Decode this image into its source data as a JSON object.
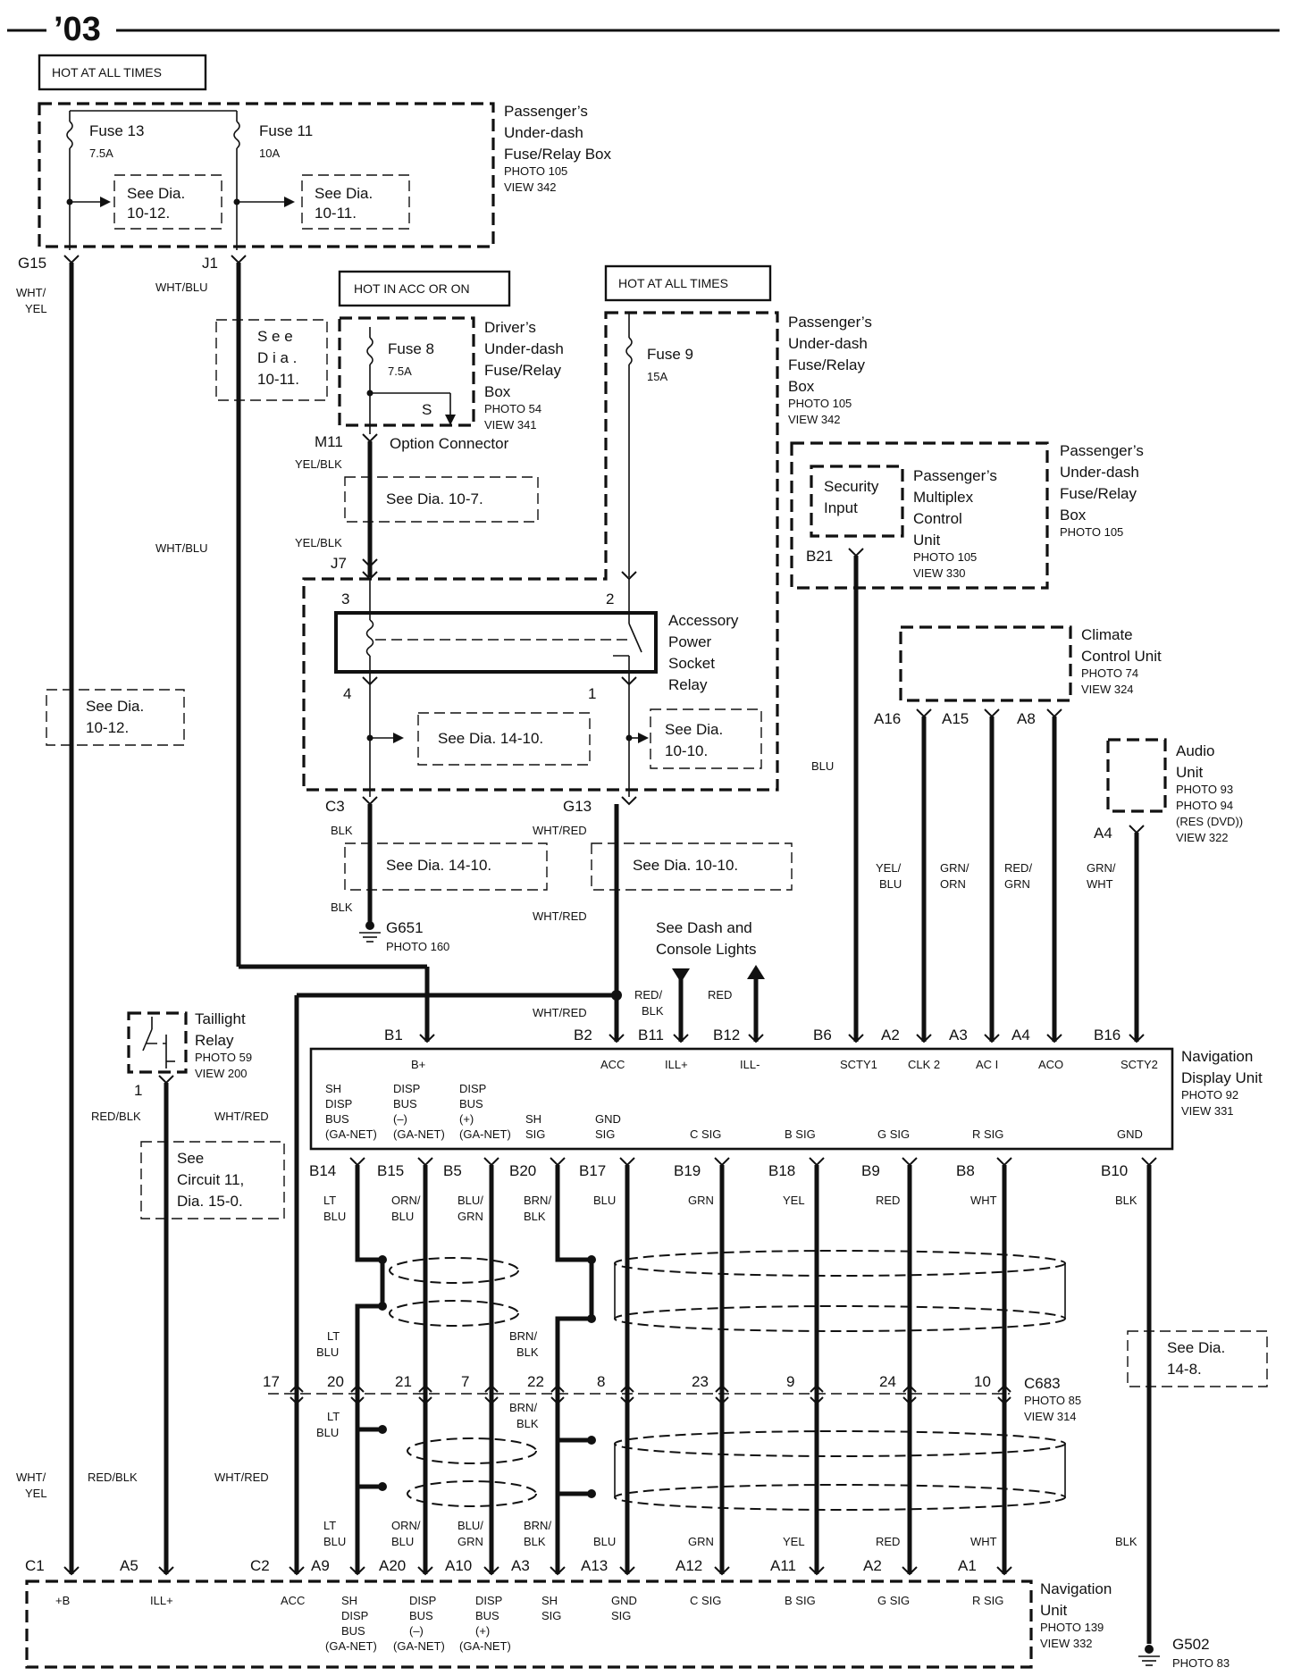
{
  "header": {
    "year": "’03"
  },
  "power_sources": {
    "hot_all_times_1": "HOT AT ALL TIMES",
    "hot_acc_on": "HOT IN ACC OR ON",
    "hot_all_times_2": "HOT AT ALL TIMES"
  },
  "fuse_box_pass_1": {
    "name_lines": [
      "Passenger’s",
      "Under-dash",
      "Fuse/Relay Box"
    ],
    "photo": "PHOTO 105",
    "view": "VIEW 342",
    "fuse13": {
      "label": "Fuse 13",
      "rating": "7.5A"
    },
    "fuse11": {
      "label": "Fuse 11",
      "rating": "10A"
    },
    "see_a": [
      "See Dia.",
      "10-12."
    ],
    "see_b": [
      "See Dia.",
      "10-11."
    ]
  },
  "fuse_box_driver": {
    "name_lines": [
      "Driver’s",
      "Under-dash",
      "Fuse/Relay",
      "Box"
    ],
    "photo": "PHOTO 54",
    "view": "VIEW 341",
    "fuse8": {
      "label": "Fuse 8",
      "rating": "7.5A"
    },
    "s_label": "S",
    "option_connector": "Option Connector",
    "see_left": [
      "S e e",
      "D i a .",
      "10-11."
    ]
  },
  "fuse_box_pass_2": {
    "name_lines": [
      "Passenger’s",
      "Under-dash",
      "Fuse/Relay",
      "Box"
    ],
    "photo": "PHOTO 105",
    "view": "VIEW 342",
    "fuse9": {
      "label": "Fuse 9",
      "rating": "15A"
    }
  },
  "pmcu": {
    "security_input": [
      "Security",
      "Input"
    ],
    "name_lines": [
      "Passenger’s",
      "Multiplex",
      "Control",
      "Unit"
    ],
    "photo": "PHOTO 105",
    "view": "VIEW 330",
    "box_lines": [
      "Passenger’s",
      "Under-dash",
      "Fuse/Relay",
      "Box"
    ],
    "box_photo": "PHOTO 105",
    "connector": "B21"
  },
  "climate": {
    "name_lines": [
      "Climate",
      "Control Unit"
    ],
    "photo": "PHOTO 74",
    "view": "VIEW 324",
    "pins": [
      "A16",
      "A15",
      "A8"
    ]
  },
  "audio": {
    "name_lines": [
      "Audio",
      "Unit"
    ],
    "photos": [
      "PHOTO 93",
      "PHOTO 94",
      "(RES (DVD))",
      "VIEW 322"
    ],
    "pin": "A4"
  },
  "relay": {
    "name_lines": [
      "Accessory",
      "Power",
      "Socket",
      "Relay"
    ],
    "pins": [
      "3",
      "2",
      "4",
      "1"
    ],
    "see_left": "See Dia.  14-10.",
    "see_right": [
      "See Dia.",
      "10-10."
    ]
  },
  "connectors": {
    "g15": "G15",
    "j1": "J1",
    "m11": "M11",
    "j7": "J7",
    "c3": "C3",
    "g13": "G13"
  },
  "wire_colors": {
    "wht_yel": [
      "WHT/",
      "YEL"
    ],
    "wht_blu": "WHT/BLU",
    "yel_blk": "YEL/BLK",
    "blk": "BLK",
    "wht_red": "WHT/RED",
    "blu": "BLU",
    "red_blk": [
      "RED/",
      "BLK"
    ],
    "red": "RED",
    "red_blk_single": "RED/BLK"
  },
  "see_notes": {
    "dia_10_7": "See Dia.  10-7.",
    "dia_10_12_left": [
      "See Dia.",
      "10-12."
    ],
    "dia_14_10_low": "See Dia.  14-10.",
    "dia_10_10_low": "See Dia.  10-10.",
    "dash_console": [
      "See Dash and",
      "Console Lights"
    ],
    "circuit_11": [
      "See",
      "Circuit 11,",
      "Dia. 15-0."
    ],
    "dia_14_8": [
      "See Dia.",
      "14-8."
    ]
  },
  "grounds": {
    "g651": {
      "label": "G651",
      "photo": "PHOTO 160"
    },
    "g502": {
      "label": "G502",
      "photo": "PHOTO 83"
    }
  },
  "taillight_relay": {
    "name_lines": [
      "Taillight",
      "Relay"
    ],
    "photo": "PHOTO 59",
    "view": "VIEW 200",
    "pin": "1"
  },
  "mid_wire_colors": {
    "yel_blu": [
      "YEL/",
      "BLU"
    ],
    "grn_orn": [
      "GRN/",
      "ORN"
    ],
    "red_grn": [
      "RED/",
      "GRN"
    ],
    "grn_wht": [
      "GRN/",
      "WHT"
    ]
  },
  "nav_display": {
    "name_lines": [
      "Navigation",
      "Display Unit"
    ],
    "photo": "PHOTO 92",
    "view": "VIEW 331",
    "top_pins": [
      "B1",
      "B2",
      "B11",
      "B12",
      "B6",
      "A2",
      "A3",
      "A4",
      "B16"
    ],
    "top_labels": [
      "B+",
      "ACC",
      "ILL+",
      "ILL-",
      "SCTY1",
      "CLK 2",
      "AC I",
      "ACO",
      "SCTY2"
    ],
    "bottom_labels": [
      [
        "SH",
        "DISP",
        "BUS",
        "(GA-NET)"
      ],
      [
        "DISP",
        "BUS",
        "(–)",
        "(GA-NET)"
      ],
      [
        "DISP",
        "BUS",
        "(+)",
        "(GA-NET)"
      ],
      [
        "SH",
        "SIG"
      ],
      [
        "GND",
        "SIG"
      ],
      [
        "C SIG"
      ],
      [
        "B SIG"
      ],
      [
        "G SIG"
      ],
      [
        "R SIG"
      ],
      [
        "GND"
      ]
    ],
    "bottom_pins": [
      "B14",
      "B15",
      "B5",
      "B20",
      "B17",
      "B19",
      "B18",
      "B9",
      "B8",
      "B10"
    ]
  },
  "harness_colors_top": [
    [
      "LT",
      "BLU"
    ],
    [
      "ORN/",
      "BLU"
    ],
    [
      "BLU/",
      "GRN"
    ],
    [
      "BRN/",
      "BLK"
    ],
    [
      "BLU"
    ],
    [
      "GRN"
    ],
    [
      "YEL"
    ],
    [
      "RED"
    ],
    [
      "WHT"
    ],
    [
      "BLK"
    ]
  ],
  "harness_mid_labels": {
    "lt_blu": [
      "LT",
      "BLU"
    ],
    "brn_blk": [
      "BRN/",
      "BLK"
    ]
  },
  "c683": {
    "label": "C683",
    "photo": "PHOTO 85",
    "view": "VIEW 314",
    "pins": [
      "17",
      "20",
      "21",
      "7",
      "22",
      "8",
      "23",
      "9",
      "24",
      "10"
    ]
  },
  "left_colors_low": {
    "wht_yel": [
      "WHT/",
      "YEL"
    ],
    "red_blk": "RED/BLK",
    "wht_red": "WHT/RED"
  },
  "harness_colors_bottom": [
    [
      "LT",
      "BLU"
    ],
    [
      "ORN/",
      "BLU"
    ],
    [
      "BLU/",
      "GRN"
    ],
    [
      "BRN/",
      "BLK"
    ],
    [
      "BLU"
    ],
    [
      "GRN"
    ],
    [
      "YEL"
    ],
    [
      "RED"
    ],
    [
      "WHT"
    ],
    [
      "BLK"
    ]
  ],
  "nav_unit": {
    "name_lines": [
      "Navigation",
      "Unit"
    ],
    "photo": "PHOTO 139",
    "view": "VIEW 332",
    "pins": [
      "C1",
      "A5",
      "C2",
      "A9",
      "A20",
      "A10",
      "A3",
      "A13",
      "A12",
      "A11",
      "A2",
      "A1"
    ],
    "labels": [
      [
        "+B"
      ],
      [
        "ILL+"
      ],
      [
        "ACC"
      ],
      [
        "SH",
        "DISP",
        "BUS",
        "(GA-NET)"
      ],
      [
        "DISP",
        "BUS",
        "(–)",
        "(GA-NET)"
      ],
      [
        "DISP",
        "BUS",
        "(+)",
        "(GA-NET)"
      ],
      [
        "SH",
        "SIG"
      ],
      [
        "GND",
        "SIG"
      ],
      [
        "C SIG"
      ],
      [
        "B SIG"
      ],
      [
        "G SIG"
      ],
      [
        "R SIG"
      ]
    ]
  }
}
